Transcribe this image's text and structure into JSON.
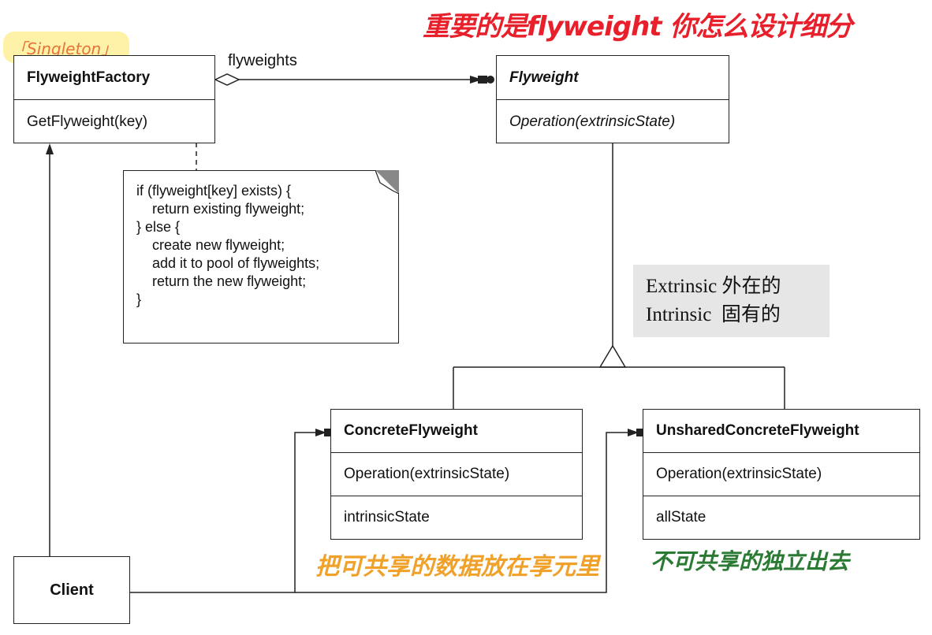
{
  "factory": {
    "name": "FlyweightFactory",
    "operation": "GetFlyweight(key)"
  },
  "flyweight": {
    "name": "Flyweight",
    "operation": "Operation(extrinsicState)"
  },
  "concrete": {
    "name": "ConcreteFlyweight",
    "operation": "Operation(extrinsicState)",
    "state": "intrinsicState"
  },
  "unshared": {
    "name": "UnsharedConcreteFlyweight",
    "operation": "Operation(extrinsicState)",
    "state": "allState"
  },
  "client": {
    "name": "Client"
  },
  "association": {
    "label": "flyweights"
  },
  "note": {
    "lines": [
      "if (flyweight[key] exists) {",
      "    return existing flyweight;",
      "",
      "} else {",
      "    create new flyweight;",
      "    add it to pool of flyweights;",
      "    return the new flyweight;",
      "}"
    ]
  },
  "legend": {
    "extrinsic": "Extrinsic 外在的",
    "intrinsic": "Intrinsic  固有的"
  },
  "annotations": {
    "singleton": "「Singleton」",
    "top_red": "重要的是flyweight 你怎么设计细分",
    "concrete_orange": "把可共享的数据放在享元里",
    "unshared_green": "不可共享的独立出去"
  },
  "colors": {
    "singleton_highlight": "#fdf2a8",
    "singleton_text": "#e8733a",
    "red_ink": "#e8202c",
    "orange_ink": "#f0a12a",
    "green_ink": "#2a7a33",
    "legend_bg": "#e6e6e6"
  }
}
